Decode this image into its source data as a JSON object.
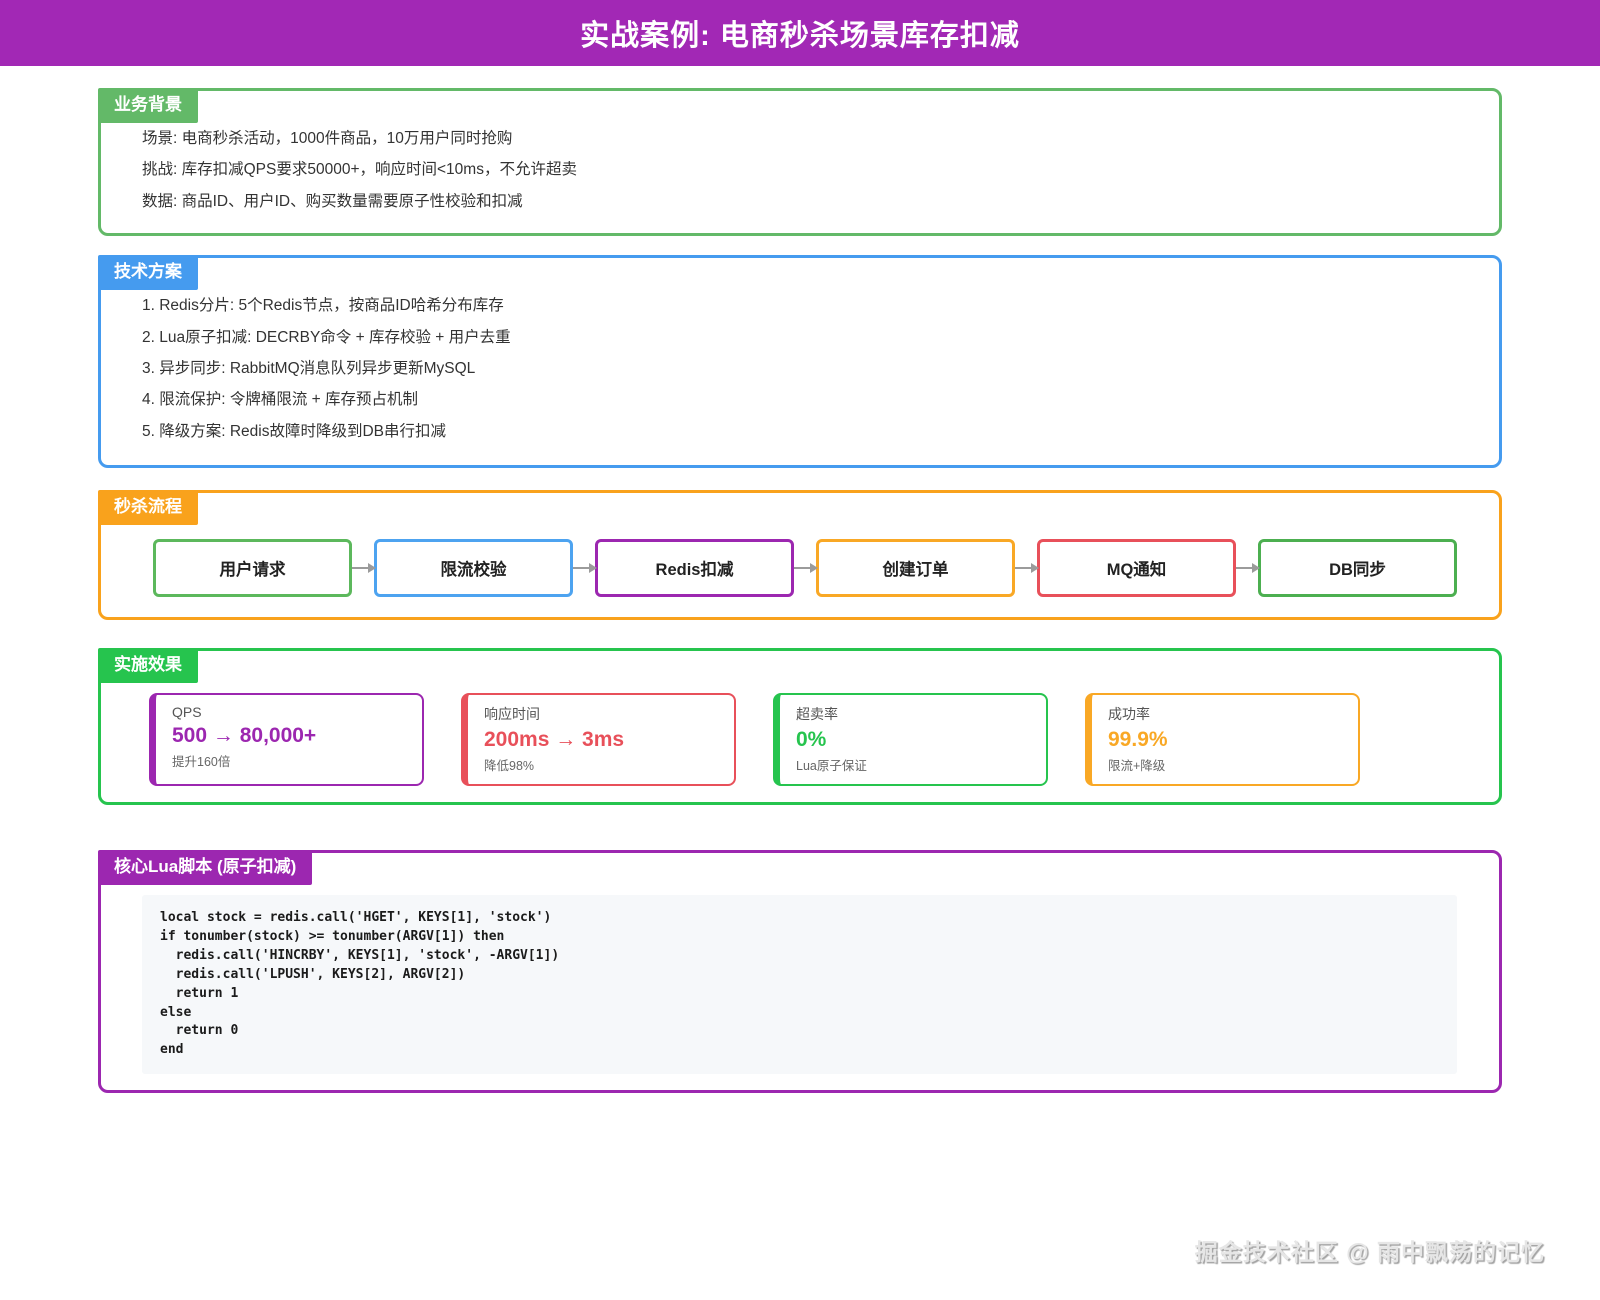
{
  "header": {
    "title": "实战案例: 电商秒杀场景库存扣减",
    "color": "#A228B5"
  },
  "sections": {
    "background": {
      "label": "业务背景",
      "color": "#63B968",
      "lines": [
        "场景: 电商秒杀活动，1000件商品，10万用户同时抢购",
        "挑战: 库存扣减QPS要求50000+，响应时间<10ms，不允许超卖",
        "数据: 商品ID、用户ID、购买数量需要原子性校验和扣减"
      ]
    },
    "solution": {
      "label": "技术方案",
      "color": "#459BEF",
      "lines": [
        "1. Redis分片: 5个Redis节点，按商品ID哈希分布库存",
        "2. Lua原子扣减: DECRBY命令 + 库存校验 + 用户去重",
        "3. 异步同步: RabbitMQ消息队列异步更新MySQL",
        "4. 限流保护: 令牌桶限流 + 库存预占机制",
        "5. 降级方案: Redis故障时降级到DB串行扣减"
      ]
    },
    "flow": {
      "label": "秒杀流程",
      "color": "#F9A21C",
      "steps": [
        {
          "label": "用户请求",
          "color": "#5CB85C"
        },
        {
          "label": "限流校验",
          "color": "#4DA3F0"
        },
        {
          "label": "Redis扣减",
          "color": "#9C27B0"
        },
        {
          "label": "创建订单",
          "color": "#F9A825"
        },
        {
          "label": "MQ通知",
          "color": "#E8505A"
        },
        {
          "label": "DB同步",
          "color": "#4CAF50"
        }
      ]
    },
    "results": {
      "label": "实施效果",
      "color": "#26C44E",
      "metrics": [
        {
          "title": "QPS",
          "value": "500 → 80,000+",
          "note": "提升160倍",
          "color": "#9C27B0"
        },
        {
          "title": "响应时间",
          "value": "200ms → 3ms",
          "note": "降低98%",
          "color": "#E8505A"
        },
        {
          "title": "超卖率",
          "value": "0%",
          "note": "Lua原子保证",
          "color": "#26C44E"
        },
        {
          "title": "成功率",
          "value": "99.9%",
          "note": "限流+降级",
          "color": "#F9A825"
        }
      ]
    },
    "lua": {
      "label": "核心Lua脚本 (原子扣减)",
      "color": "#9C27B0",
      "code": "local stock = redis.call('HGET', KEYS[1], 'stock')\nif tonumber(stock) >= tonumber(ARGV[1]) then\n  redis.call('HINCRBY', KEYS[1], 'stock', -ARGV[1])\n  redis.call('LPUSH', KEYS[2], ARGV[2])\n  return 1\nelse\n  return 0\nend"
    }
  },
  "watermark": "掘金技术社区 @ 雨中飘荡的记忆"
}
